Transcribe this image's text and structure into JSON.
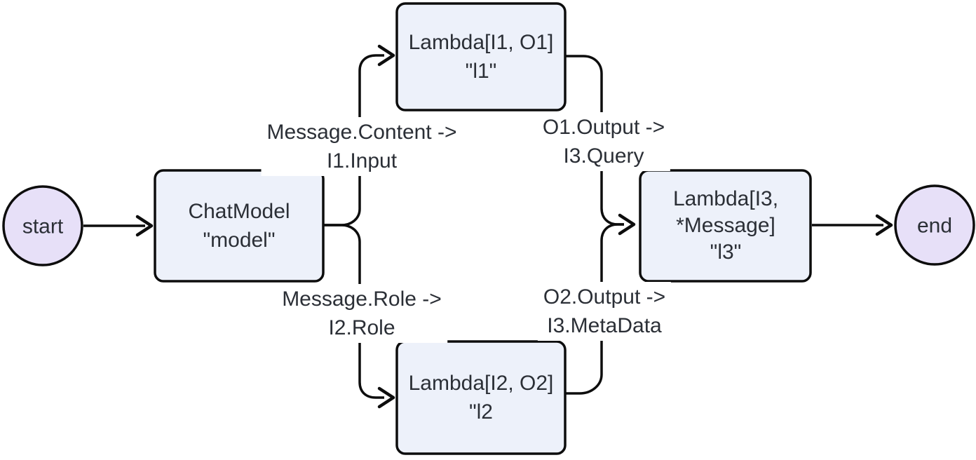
{
  "diagram": {
    "type": "flowchart",
    "direction": "left-to-right",
    "colors": {
      "background": "#FFFFFF",
      "node_fill": "#EDF1FA",
      "terminal_fill": "#E7E0F8",
      "border": "#0D0D0D",
      "edge": "#0D0D0D",
      "text": "#2B2F36"
    },
    "nodes": {
      "start": {
        "shape": "circle",
        "label": "start"
      },
      "chat_model": {
        "shape": "rounded-rect",
        "label": "ChatModel\n\"model\""
      },
      "l1": {
        "shape": "rounded-rect",
        "label": "Lambda[I1, O1]\n\"l1\""
      },
      "l2": {
        "shape": "rounded-rect",
        "label": "Lambda[I2, O2]\n\"l2"
      },
      "l3": {
        "shape": "rounded-rect",
        "label": "Lambda[I3,\n*Message]\n\"l3\""
      },
      "end": {
        "shape": "circle",
        "label": "end"
      }
    },
    "edges": [
      {
        "from": "start",
        "to": "chat_model",
        "label": ""
      },
      {
        "from": "chat_model",
        "to": "l1",
        "label": "Message.Content ->\nI1.Input"
      },
      {
        "from": "chat_model",
        "to": "l2",
        "label": "Message.Role ->\nI2.Role"
      },
      {
        "from": "l1",
        "to": "l3",
        "label": "O1.Output ->\nI3.Query"
      },
      {
        "from": "l2",
        "to": "l3",
        "label": "O2.Output ->\nI3.MetaData"
      },
      {
        "from": "l3",
        "to": "end",
        "label": ""
      }
    ]
  }
}
